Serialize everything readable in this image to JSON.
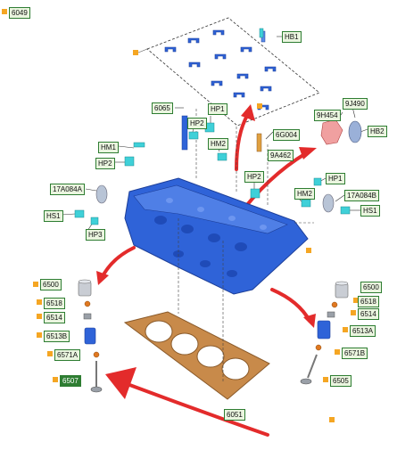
{
  "colors": {
    "label_border": "#2e7d32",
    "label_fill": "#eaf5df",
    "marker": "#f5a623",
    "arrow_red": "#e32b2b",
    "head_blue": "#2f63d8",
    "gasket_copper": "#c88a4a"
  },
  "labels": {
    "l6049": "6049",
    "lHB1": "HB1",
    "l6065": "6065",
    "lHP1a": "HP1",
    "lHP2a": "HP2",
    "lHM2a": "HM2",
    "l6G004": "6G004",
    "l9A462": "9A462",
    "lHM1": "HM1",
    "lHP2b": "HP2",
    "l17A084A": "17A084A",
    "lHS1a": "HS1",
    "lHP3": "HP3",
    "l9H454": "9H454",
    "l9J490": "9J490",
    "lHB2": "HB2",
    "lHP2c": "HP2",
    "lHP1b": "HP1",
    "lHM2b": "HM2",
    "l17A084B": "17A084B",
    "lHS1b": "HS1",
    "l6500L": "6500",
    "l6518L": "6518",
    "l6514L": "6514",
    "l6513B": "6513B",
    "l6571A": "6571A",
    "l6507": "6507",
    "l6500R": "6500",
    "l6518R": "6518",
    "l6514R": "6514",
    "l6513A": "6513A",
    "l6571B": "6571B",
    "l6505": "6505",
    "l6051": "6051"
  }
}
